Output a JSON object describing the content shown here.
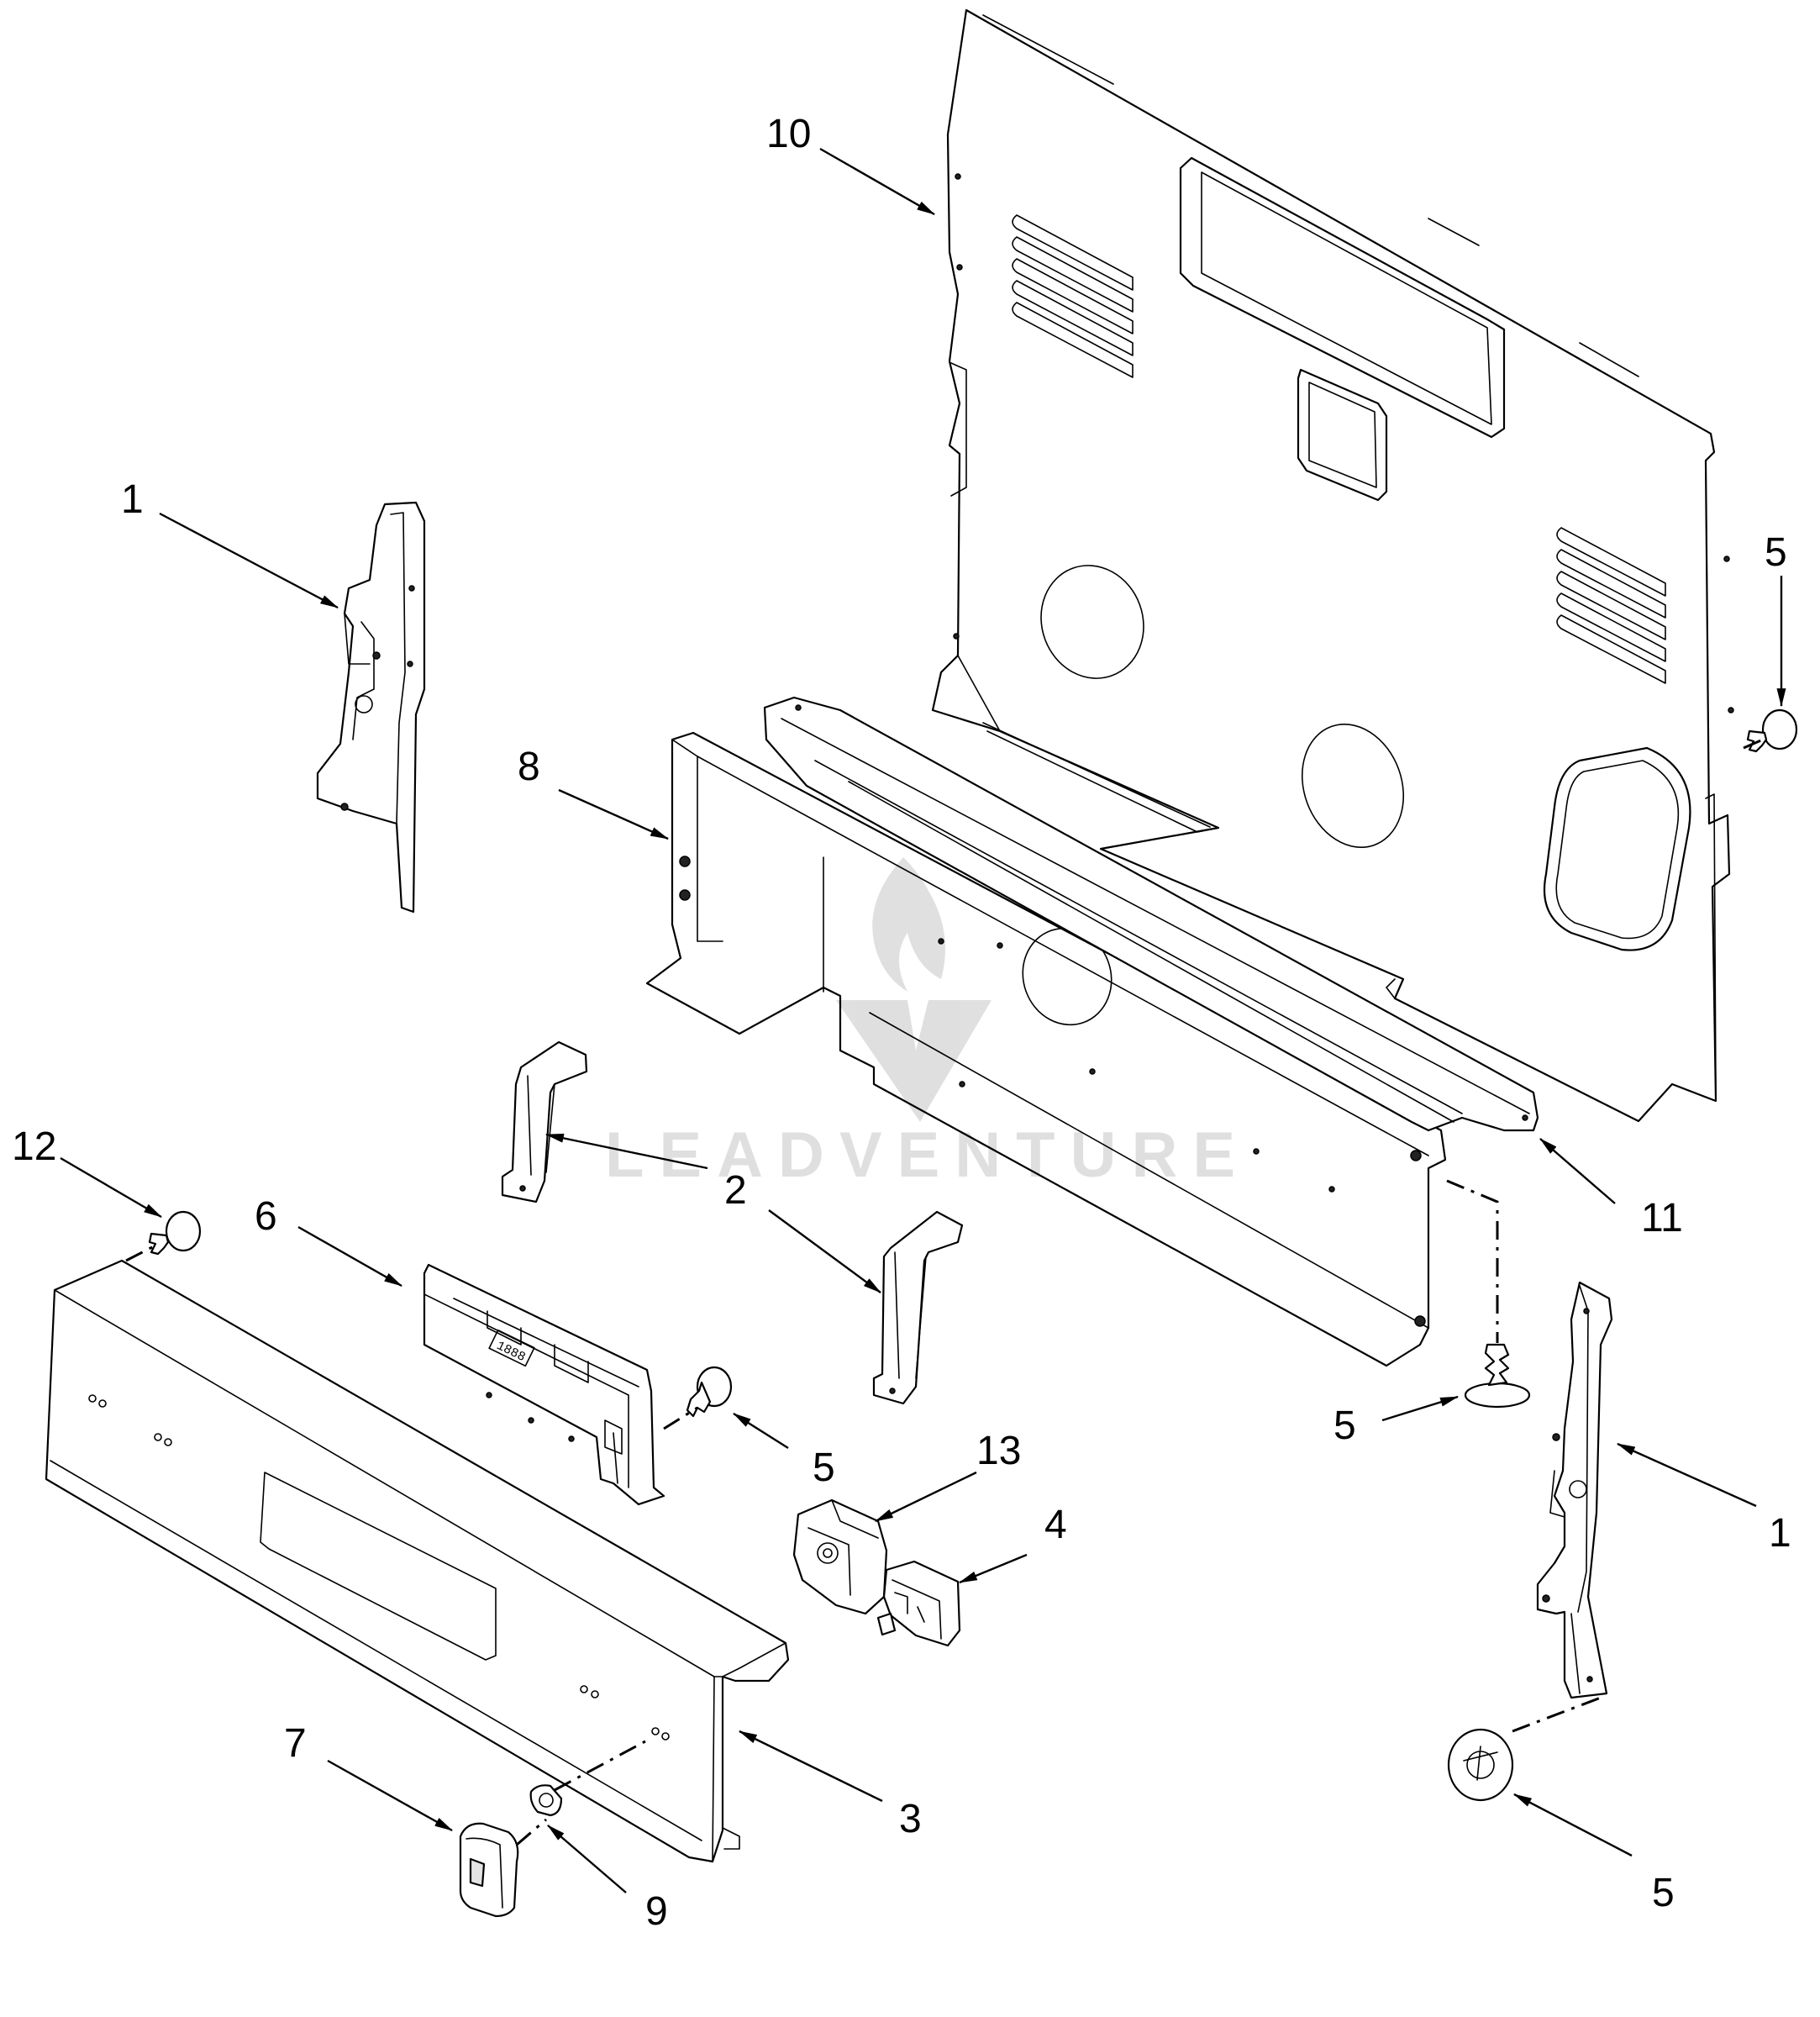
{
  "callouts": [
    {
      "id": "c10a",
      "label": "10"
    },
    {
      "id": "c1a",
      "label": "1"
    },
    {
      "id": "c5a",
      "label": "5"
    },
    {
      "id": "c8",
      "label": "8"
    },
    {
      "id": "c12",
      "label": "12"
    },
    {
      "id": "c6",
      "label": "6"
    },
    {
      "id": "c2",
      "label": "2"
    },
    {
      "id": "c11",
      "label": "11"
    },
    {
      "id": "c5b",
      "label": "5"
    },
    {
      "id": "c5c",
      "label": "5"
    },
    {
      "id": "c13",
      "label": "13"
    },
    {
      "id": "c4",
      "label": "4"
    },
    {
      "id": "c1b",
      "label": "1"
    },
    {
      "id": "c7",
      "label": "7"
    },
    {
      "id": "c3",
      "label": "3"
    },
    {
      "id": "c9",
      "label": "9"
    },
    {
      "id": "c5d",
      "label": "5"
    }
  ],
  "watermark": {
    "text": "LEADVENTURE",
    "opacity": 0.12
  },
  "control_display": "1888",
  "colors": {
    "line": "#000000",
    "background": "#ffffff",
    "watermark": "#cccccc"
  }
}
